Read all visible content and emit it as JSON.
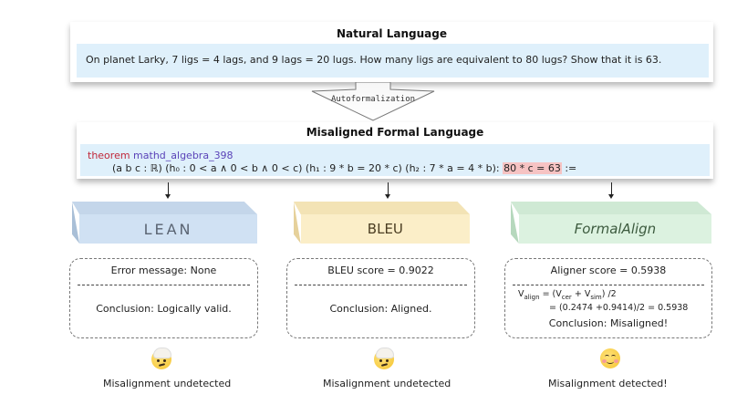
{
  "natural_language": {
    "title": "Natural Language",
    "text": "On planet Larky, 7 ligs = 4 lags, and 9 lags = 20 lugs. How many ligs are equivalent to 80 lugs? Show that it is 63."
  },
  "autoformalization": {
    "label": "Autoformalization"
  },
  "formal_language": {
    "title": "Misaligned Formal Language",
    "keyword": "theorem",
    "theorem_name": "mathd_algebra_398",
    "hypotheses": "(a b c : ℝ) (h₀ : 0 < a ∧ 0 < b ∧ 0 < c) (h₁ : 9 * b = 20 * c) (h₂ : 7 * a = 4 * b): ",
    "highlighted_goal": "80 * c = 63",
    "suffix": " :="
  },
  "checkers": [
    {
      "name": "LEAN",
      "result_head": "Error message: None",
      "conclusion": "Conclusion:  Logically valid.",
      "caption": "Misalignment undetected",
      "emoji": "face-with-head-bandage"
    },
    {
      "name": "BLEU",
      "result_head": "BLEU score = 0.9022",
      "conclusion": "Conclusion: Aligned.",
      "caption": "Misalignment undetected",
      "emoji": "face-with-head-bandage"
    },
    {
      "name": "FormalAlign",
      "result_head": "Aligner score =  0.5938",
      "formula": {
        "lhs": "V",
        "lhs_sub": "align",
        "line1_rest_a": " = (V",
        "sub_cer": "cer",
        "plus": " + V",
        "sub_sim": "sim",
        "line1_end": ") /2",
        "line2": "= (0.2474 +0.9414)/2 = 0.5938"
      },
      "conclusion": "Conclusion: Misaligned!",
      "caption": "Misalignment detected!",
      "emoji": "smiling-face-with-smiling-eyes"
    }
  ],
  "colors": {
    "panel_bg": "#dff0fb",
    "keyword": "#c0283a",
    "theorem_name": "#5a43b8",
    "highlight": "#f6c3c3",
    "lean_block": "#d0e1f3",
    "bleu_block": "#fbeec8",
    "formalalign_block": "#dcf2e0"
  }
}
